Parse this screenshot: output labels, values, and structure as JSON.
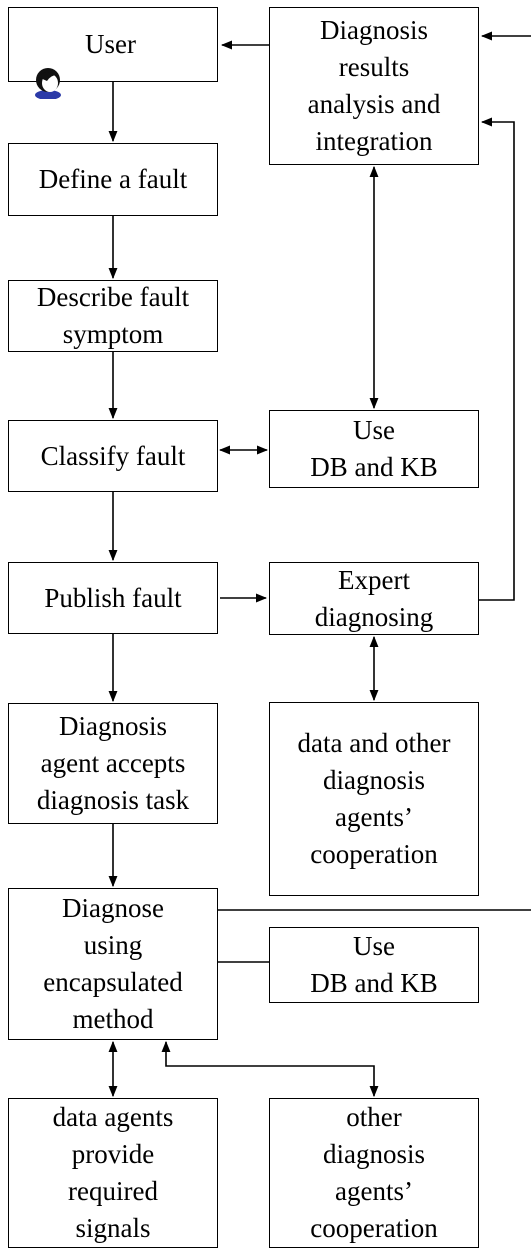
{
  "nodes": {
    "user": "User",
    "define": "Define a fault",
    "describe": "Describe fault\nsymptom",
    "classify": "Classify fault",
    "publish": "Publish fault",
    "accept": "Diagnosis\nagent accepts\ndiagnosis task",
    "diagnose": "Diagnose\nusing\nencapsulated\nmethod",
    "data_agents": "data agents\nprovide\nrequired\nsignals",
    "results": "Diagnosis\nresults\nanalysis and\nintegration",
    "use_db_1": "Use\nDB and  KB",
    "expert": "Expert\ndiagnosing",
    "coop_1": "data and other\ndiagnosis\nagents’\ncooperation",
    "use_db_2": "Use\nDB and  KB",
    "coop_2": "other\ndiagnosis\nagents’\ncooperation"
  },
  "icons": {
    "user": "user-avatar-icon"
  }
}
